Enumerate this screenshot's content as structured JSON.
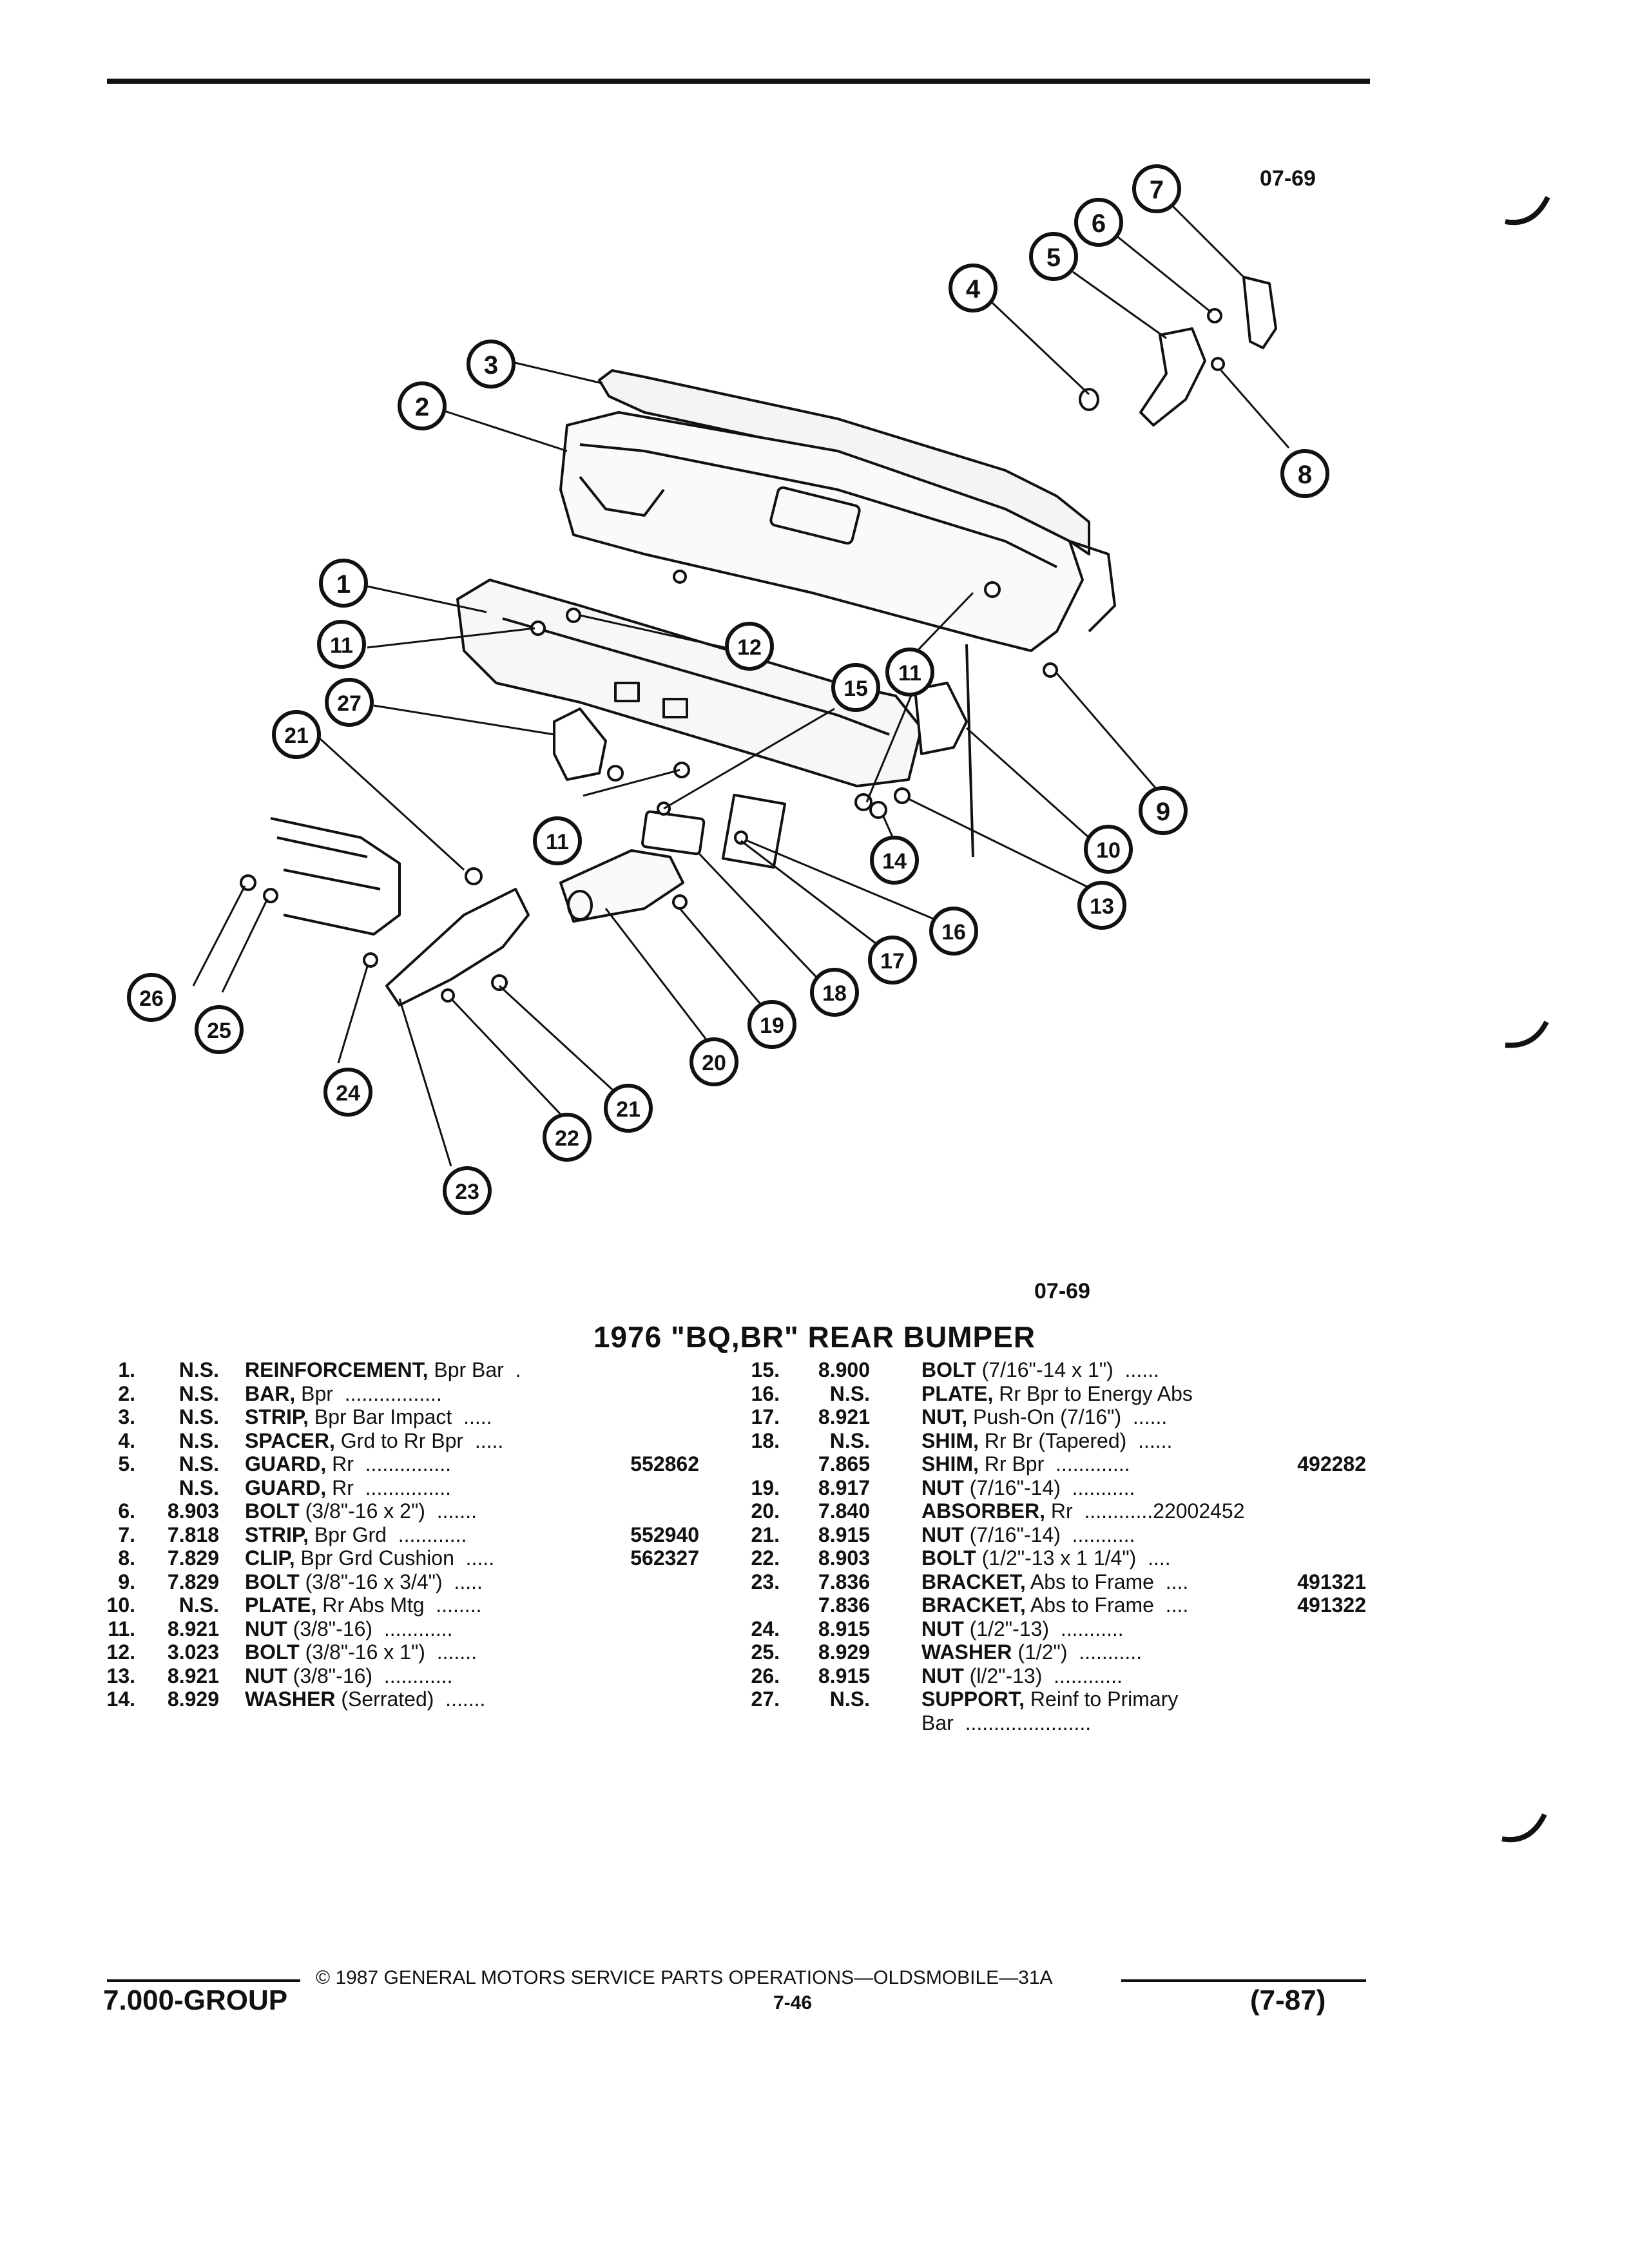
{
  "figure_code_top": "07-69",
  "figure_code_bottom": "07-69",
  "title": "1976 \"BQ,BR\" REAR BUMPER",
  "callouts": [
    "1",
    "2",
    "3",
    "4",
    "5",
    "6",
    "7",
    "8",
    "9",
    "10",
    "11",
    "11",
    "11",
    "12",
    "13",
    "14",
    "15",
    "16",
    "17",
    "18",
    "19",
    "20",
    "21",
    "21",
    "22",
    "23",
    "24",
    "25",
    "26",
    "27"
  ],
  "parts_left": [
    {
      "num": "1.",
      "group": "N.S.",
      "name": "REINFORCEMENT,",
      "desc": " Bpr Bar  .",
      "part": ""
    },
    {
      "num": "2.",
      "group": "N.S.",
      "name": "BAR,",
      "desc": " Bpr  .................",
      "part": ""
    },
    {
      "num": "3.",
      "group": "N.S.",
      "name": "STRIP,",
      "desc": " Bpr Bar Impact  .....",
      "part": ""
    },
    {
      "num": "4.",
      "group": "N.S.",
      "name": "SPACER,",
      "desc": " Grd to Rr Bpr  .....",
      "part": ""
    },
    {
      "num": "5.",
      "group": "N.S.",
      "name": "GUARD,",
      "desc": " Rr  ...............",
      "part": "552862"
    },
    {
      "num": "",
      "group": "N.S.",
      "name": "GUARD,",
      "desc": " Rr  ...............",
      "part": ""
    },
    {
      "num": "6.",
      "group": "8.903",
      "name": "BOLT",
      "desc": " (3/8\"-16 x 2\")  .......",
      "part": ""
    },
    {
      "num": "7.",
      "group": "7.818",
      "name": "STRIP,",
      "desc": " Bpr Grd  ............",
      "part": "552940"
    },
    {
      "num": "8.",
      "group": "7.829",
      "name": "CLIP,",
      "desc": " Bpr Grd Cushion  .....",
      "part": "562327"
    },
    {
      "num": "9.",
      "group": "7.829",
      "name": "BOLT",
      "desc": " (3/8\"-16 x 3/4\")  .....",
      "part": ""
    },
    {
      "num": "10.",
      "group": "N.S.",
      "name": "PLATE,",
      "desc": " Rr Abs Mtg  ........",
      "part": ""
    },
    {
      "num": "11.",
      "group": "8.921",
      "name": "NUT",
      "desc": " (3/8\"-16)  ............",
      "part": ""
    },
    {
      "num": "12.",
      "group": "3.023",
      "name": "BOLT",
      "desc": " (3/8\"-16 x 1\")  .......",
      "part": ""
    },
    {
      "num": "13.",
      "group": "8.921",
      "name": "NUT",
      "desc": " (3/8\"-16)  ............",
      "part": ""
    },
    {
      "num": "14.",
      "group": "8.929",
      "name": "WASHER",
      "desc": " (Serrated)  .......",
      "part": ""
    }
  ],
  "parts_right": [
    {
      "num": "15.",
      "group": "8.900",
      "name": "BOLT",
      "desc": " (7/16\"-14 x 1\")  ......",
      "part": ""
    },
    {
      "num": "16.",
      "group": "N.S.",
      "name": "PLATE,",
      "desc": " Rr Bpr to Energy Abs",
      "part": ""
    },
    {
      "num": "17.",
      "group": "8.921",
      "name": "NUT,",
      "desc": " Push-On (7/16\")  ......",
      "part": ""
    },
    {
      "num": "18.",
      "group": "N.S.",
      "name": "SHIM,",
      "desc": " Rr Br (Tapered)  ......",
      "part": ""
    },
    {
      "num": "",
      "group": "7.865",
      "name": "SHIM,",
      "desc": " Rr Bpr  .............",
      "part": "492282"
    },
    {
      "num": "19.",
      "group": "8.917",
      "name": "NUT",
      "desc": " (7/16\"-14)  ...........",
      "part": ""
    },
    {
      "num": "20.",
      "group": "7.840",
      "name": "ABSORBER,",
      "desc": " Rr  ............22002452",
      "part": ""
    },
    {
      "num": "21.",
      "group": "8.915",
      "name": "NUT",
      "desc": " (7/16\"-14)  ...........",
      "part": ""
    },
    {
      "num": "22.",
      "group": "8.903",
      "name": "BOLT",
      "desc": " (1/2\"-13 x 1 1/4\")  ....",
      "part": ""
    },
    {
      "num": "23.",
      "group": "7.836",
      "name": "BRACKET,",
      "desc": " Abs to Frame  ....",
      "part": "491321"
    },
    {
      "num": "",
      "group": "7.836",
      "name": "BRACKET,",
      "desc": " Abs to Frame  ....",
      "part": "491322"
    },
    {
      "num": "24.",
      "group": "8.915",
      "name": "NUT",
      "desc": " (1/2\"-13)  ...........",
      "part": ""
    },
    {
      "num": "25.",
      "group": "8.929",
      "name": "WASHER",
      "desc": " (1/2\")  ...........",
      "part": ""
    },
    {
      "num": "26.",
      "group": "8.915",
      "name": "NUT",
      "desc": " (l/2\"-13)  ............",
      "part": ""
    },
    {
      "num": "27.",
      "group": "N.S.",
      "name": "SUPPORT,",
      "desc": " Reinf to Primary",
      "part": ""
    },
    {
      "num": "",
      "group": "",
      "name": "",
      "desc": "Bar  ......................",
      "part": ""
    }
  ],
  "footer": {
    "copyright": "© 1987 GENERAL MOTORS SERVICE PARTS OPERATIONS—OLDSMOBILE—31A",
    "group": "7.000-GROUP",
    "page": "7-46",
    "date": "(7-87)"
  }
}
